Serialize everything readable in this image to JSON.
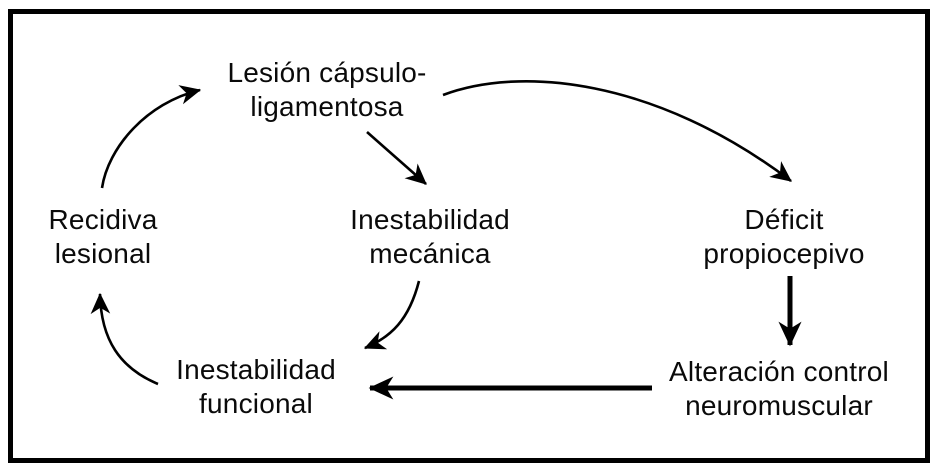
{
  "diagram": {
    "nodes": {
      "lesion": {
        "line1": "Lesión cápsulo-",
        "line2": "ligamentosa"
      },
      "recidiva": {
        "line1": "Recidiva",
        "line2": "lesional"
      },
      "mecanica": {
        "line1": "Inestabilidad",
        "line2": "mecánica"
      },
      "deficit": {
        "line1": "Déficit",
        "line2": "propiocepivo"
      },
      "funcional": {
        "line1": "Inestabilidad",
        "line2": "funcional"
      },
      "alteracion": {
        "line1": "Alteración control",
        "line2": "neuromuscular"
      }
    },
    "edges": [
      {
        "from": "Recidiva lesional",
        "to": "Lesión cápsulo-ligamentosa",
        "style": "curved-thin"
      },
      {
        "from": "Lesión cápsulo-ligamentosa",
        "to": "Inestabilidad mecánica",
        "style": "straight-thin"
      },
      {
        "from": "Lesión cápsulo-ligamentosa",
        "to": "Déficit propiocepivo",
        "style": "curved-thin"
      },
      {
        "from": "Inestabilidad mecánica",
        "to": "Inestabilidad funcional",
        "style": "curved-thin"
      },
      {
        "from": "Déficit propiocepivo",
        "to": "Alteración control neuromuscular",
        "style": "straight-thick"
      },
      {
        "from": "Alteración control neuromuscular",
        "to": "Inestabilidad funcional",
        "style": "straight-thick"
      },
      {
        "from": "Inestabilidad funcional",
        "to": "Recidiva lesional",
        "style": "curved-thin"
      }
    ],
    "colors": {
      "ink": "#000000",
      "background": "#ffffff"
    }
  }
}
